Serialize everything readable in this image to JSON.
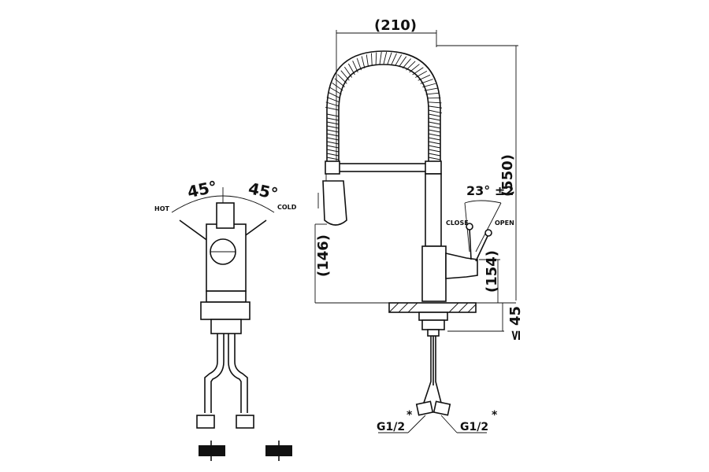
{
  "side_view": {
    "angle_hot": "45°",
    "angle_cold": "45°",
    "label_hot": "HOT",
    "label_cold": "COLD"
  },
  "front_view": {
    "dim_width": "(210)",
    "dim_height": "(550)",
    "dim_spout": "(146)",
    "dim_handle": "(154)",
    "dim_deck": "45",
    "dim_deck_prefix": "≤",
    "angle_lever": "23° ±2",
    "label_close": "CLOSE",
    "label_open": "OPEN",
    "thread_left": "G1/2",
    "thread_right": "G1/2",
    "asterisk": "*"
  }
}
